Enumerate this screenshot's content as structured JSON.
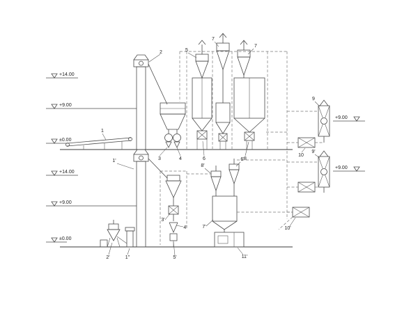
{
  "meta": {
    "type": "process-flow-diagram",
    "background": "#ffffff",
    "line_color": "#4a4a4a",
    "dash_color": "#777777"
  },
  "elevations": {
    "upper_left": [
      {
        "label": "+14.00"
      },
      {
        "label": "+9.00"
      },
      {
        "label": "±0.00"
      }
    ],
    "lower_left": [
      {
        "label": "+14.00"
      },
      {
        "label": "+9.00"
      },
      {
        "label": "±0.00"
      }
    ],
    "right": [
      {
        "label": "+9.00"
      },
      {
        "label": "+9.00"
      }
    ]
  },
  "tags": {
    "t1": "1",
    "t2": "2",
    "t3": "3",
    "t4": "4",
    "t5": "5",
    "t6": "6",
    "t7a": "7",
    "t7b": "7",
    "t8": "8",
    "t9": "9",
    "t9p": "9'",
    "t10": "10",
    "t10p": "10'",
    "t1p": "1'",
    "t1pp": "1''",
    "t2p": "2'",
    "t3p": "3'",
    "t4p": "4'",
    "t5p": "5'",
    "t6p": "6'",
    "t7p": "7'",
    "t8p": "8'",
    "t11p": "11'"
  }
}
